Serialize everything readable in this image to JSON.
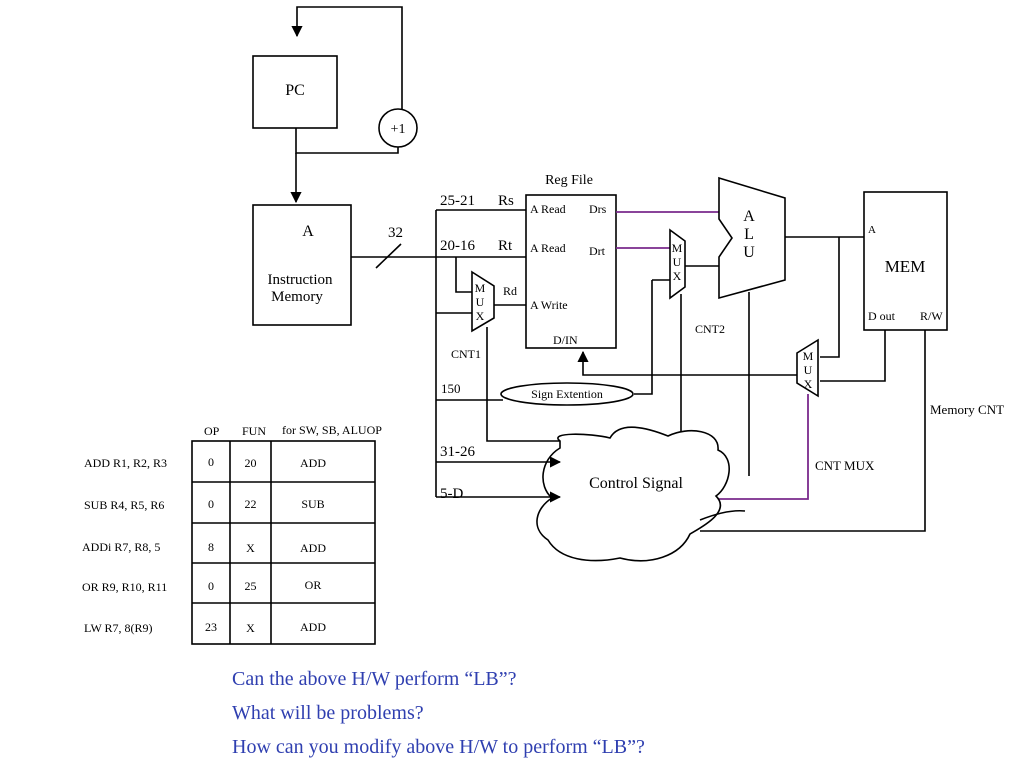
{
  "diagram": {
    "pc_label": "PC",
    "plus_one_label": "+1",
    "imem_label_a": "A",
    "imem_label_1": "Instruction",
    "imem_label_2": "Memory",
    "bus_width": "32",
    "field_rs_bits": "25-21",
    "field_rs": "Rs",
    "field_rt_bits": "20-16",
    "field_rt": "Rt",
    "field_rd": "Rd",
    "field_imm": "150",
    "field_op": "31-26",
    "field_fun": "5-D",
    "regfile_title": "Reg File",
    "regfile_aread1": "A Read",
    "regfile_drs": "Drs",
    "regfile_aread2": "A Read",
    "regfile_drt": "Drt",
    "regfile_awrite": "A Write",
    "regfile_din": "D/IN",
    "mux_letters": [
      "M",
      "U",
      "X"
    ],
    "alu_letters": [
      "A",
      "L",
      "U"
    ],
    "mem_title": "MEM",
    "mem_a": "A",
    "mem_dout": "D out",
    "mem_rw": "R/W",
    "cnt1": "CNT1",
    "cnt2": "CNT2",
    "cnt_mux": "CNT MUX",
    "memory_cnt": "Memory CNT",
    "sign_ext": "Sign Extention",
    "control_signal": "Control Signal"
  },
  "table": {
    "headers": [
      "OP",
      "FUN",
      "for SW, SB, ALUOP"
    ],
    "rows": [
      {
        "inst": "ADD R1, R2, R3",
        "op": "0",
        "fun": "20",
        "aluop": "ADD"
      },
      {
        "inst": "SUB R4, R5, R6",
        "op": "0",
        "fun": "22",
        "aluop": "SUB"
      },
      {
        "inst": "ADDi R7, R8, 5",
        "op": "8",
        "fun": "X",
        "aluop": "ADD"
      },
      {
        "inst": "OR R9, R10, R11",
        "op": "0",
        "fun": "25",
        "aluop": "OR"
      },
      {
        "inst": "LW R7, 8(R9)",
        "op": "23",
        "fun": "X",
        "aluop": "ADD"
      }
    ]
  },
  "questions": [
    "Can the above H/W perform “LB”?",
    "What will be problems?",
    "How can you modify above H/W to perform “LB”?"
  ]
}
